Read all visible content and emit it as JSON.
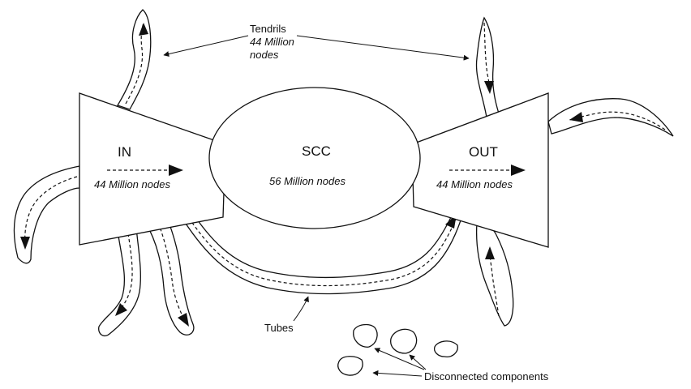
{
  "components": {
    "in": {
      "label": "IN",
      "nodes": "44 Million nodes"
    },
    "scc": {
      "label": "SCC",
      "nodes": "56 Million nodes"
    },
    "out": {
      "label": "OUT",
      "nodes": "44 Million nodes"
    }
  },
  "tendrils": {
    "label": "Tendrils",
    "count_line1": "44 Million",
    "count_line2": "nodes"
  },
  "tubes": {
    "label": "Tubes"
  },
  "disconnected": {
    "label": "Disconnected components"
  },
  "colors": {
    "ink": "#111111",
    "background": "#ffffff"
  }
}
